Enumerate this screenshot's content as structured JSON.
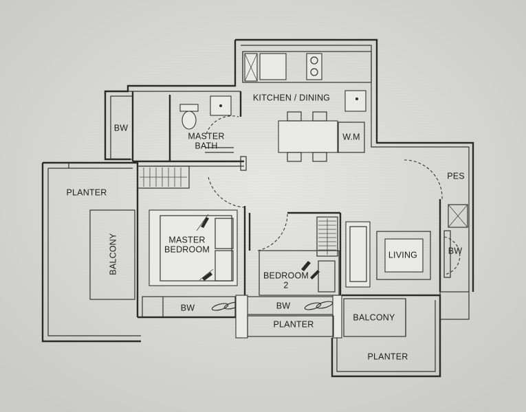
{
  "labels": {
    "kitchen_dining": "KITCHEN / DINING",
    "master_bath": [
      "MASTER",
      "BATH"
    ],
    "bw_top": "BW",
    "wm": "W.M",
    "pes": "PES",
    "planter_left": "PLANTER",
    "balcony_left": "BALCONY",
    "master_bedroom": [
      "MASTER",
      "BEDROOM"
    ],
    "bedroom2": [
      "BEDROOM",
      "2"
    ],
    "living": "LIVING",
    "bw_right": "BW",
    "bw_bottom_left": "BW",
    "bw_bottom_mid": "BW",
    "planter_bottom_mid": "PLANTER",
    "balcony_bottom_right": "BALCONY",
    "planter_bottom_right": "PLANTER"
  }
}
